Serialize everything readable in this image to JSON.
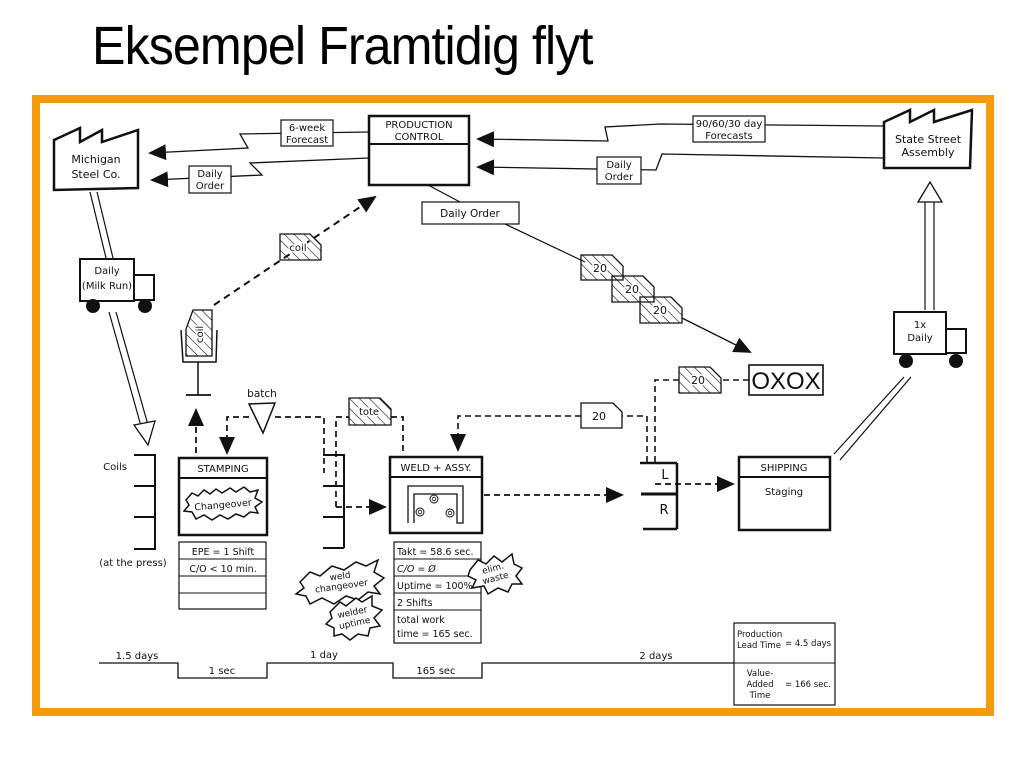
{
  "slide": {
    "title": "Eksempel Framtidig flyt",
    "frame_color": "#f59b0c"
  },
  "diagram": {
    "supplier": {
      "name_line1": "Michigan",
      "name_line2": "Steel Co."
    },
    "customer": {
      "name_line1": "State Street",
      "name_line2": "Assembly"
    },
    "production_control": {
      "line1": "PRODUCTION",
      "line2": "CONTROL"
    },
    "info_flows": {
      "six_week_forecast": {
        "line1": "6-week",
        "line2": "Forecast"
      },
      "daily_order_supplier": {
        "line1": "Daily",
        "line2": "Order"
      },
      "forecasts_90_60_30": {
        "line1": "90/60/30 day",
        "line2": "Forecasts"
      },
      "daily_order_customer": {
        "line1": "Daily",
        "line2": "Order"
      },
      "daily_order_leveling": "Daily Order"
    },
    "trucks": {
      "inbound": {
        "line1": "Daily",
        "line2": "(Milk Run)"
      },
      "outbound": {
        "line1": "1x",
        "line2": "Daily"
      }
    },
    "kanbans": {
      "coil_signal": "coil",
      "coil_post": "coil",
      "tote": "tote",
      "withdrawal_stack": [
        "20",
        "20",
        "20"
      ],
      "leveling_kanban": "20",
      "production_kanban": "20"
    },
    "leveling_box": "OXOX",
    "batch_label": "batch",
    "supermarket": {
      "label": "Coils",
      "note": "(at the press)"
    },
    "fifo_lanes": {
      "left": "L",
      "right": "R"
    },
    "processes": {
      "stamping": {
        "name": "STAMPING",
        "kaizen": "Changeover",
        "data": [
          "EPE = 1 Shift",
          "C/O < 10 min.",
          "",
          ""
        ]
      },
      "weld": {
        "name": "WELD + ASSY.",
        "data": [
          "Takt = 58.6 sec.",
          "C/O  =  Ø",
          "Uptime = 100%",
          "2 Shifts",
          "total work",
          "time = 165 sec."
        ],
        "kaizen_weld_changeover": {
          "line1": "weld",
          "line2": "changeover"
        },
        "kaizen_welder_uptime": {
          "line1": "welder",
          "line2": "uptime"
        },
        "kaizen_elim_waste": {
          "line1": "elim.",
          "line2": "waste"
        }
      },
      "shipping": {
        "name": "SHIPPING",
        "sub": "Staging"
      }
    },
    "timeline": {
      "wait_times": [
        "1.5 days",
        "1 day",
        "2 days"
      ],
      "process_times": [
        "1 sec",
        "165 sec"
      ],
      "summary": {
        "lead_time_label_1": "Production",
        "lead_time_label_2": "Lead Time",
        "lead_time_value": "= 4.5 days",
        "va_label_1": "Value-",
        "va_label_2": "Added",
        "va_label_3": "Time",
        "va_value": "= 166 sec."
      }
    }
  }
}
